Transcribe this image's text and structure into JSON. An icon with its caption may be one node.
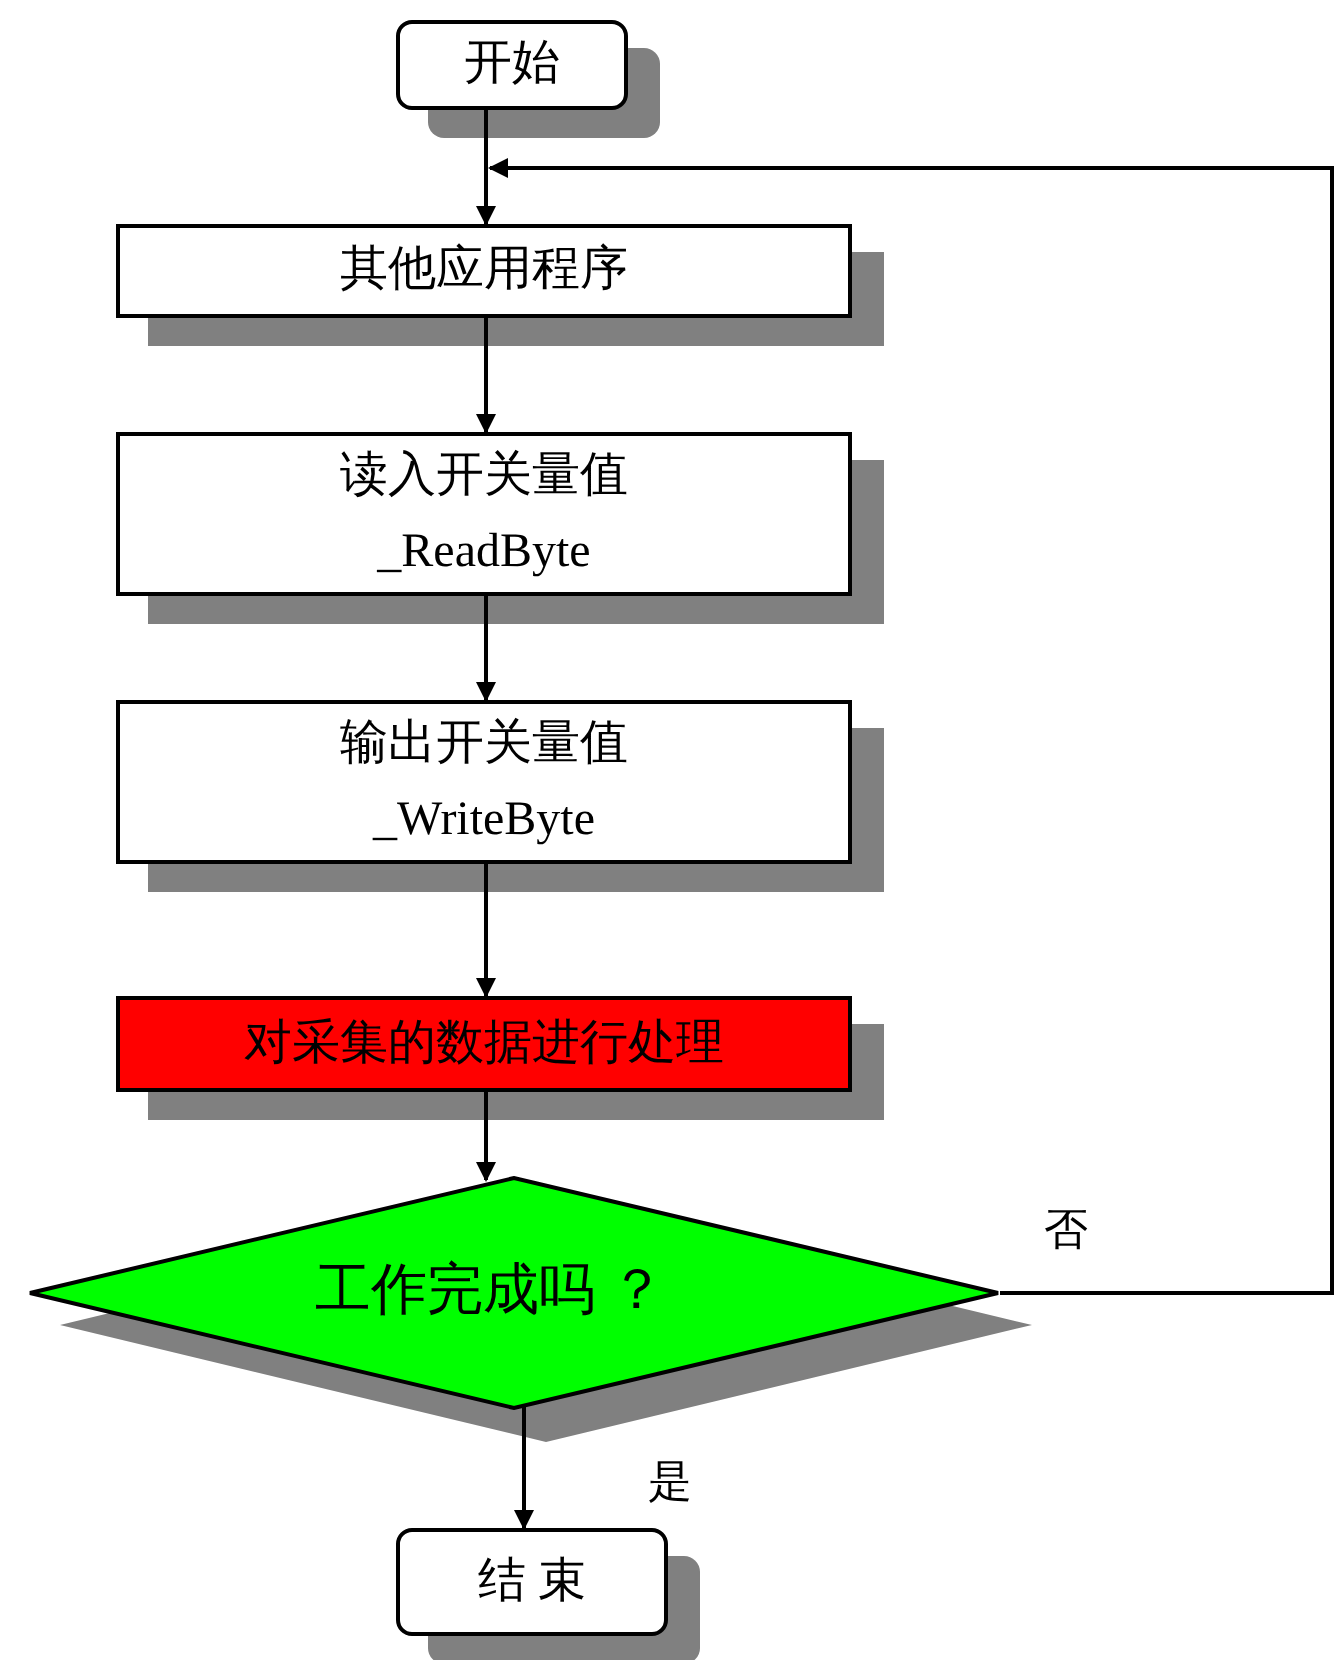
{
  "diagram": {
    "nodes": [
      {
        "text": [
          "开始"
        ]
      },
      {
        "text": [
          "其他应用程序"
        ]
      },
      {
        "text": [
          "读入开关量值",
          "_ReadByte"
        ]
      },
      {
        "text": [
          "输出开关量值",
          "_WriteByte"
        ]
      },
      {
        "text": [
          "对采集的数据进行处理"
        ]
      },
      {
        "text": [
          "工作完成吗 ？"
        ]
      },
      {
        "text": [
          "结 束"
        ]
      }
    ],
    "edges": [
      {
        "from": 0,
        "to": 1,
        "arrow": "to"
      },
      {
        "from": 1,
        "to": 2,
        "arrow": "to"
      },
      {
        "from": 2,
        "to": 3,
        "arrow": "to"
      },
      {
        "from": 3,
        "to": 4,
        "arrow": "to"
      },
      {
        "from": 4,
        "to": 5,
        "arrow": "to"
      },
      {
        "from": 5,
        "to": 6,
        "arrow": "to",
        "label": "是"
      },
      {
        "from": 5,
        "to": 1,
        "arrow": "to",
        "label": "否"
      }
    ]
  }
}
